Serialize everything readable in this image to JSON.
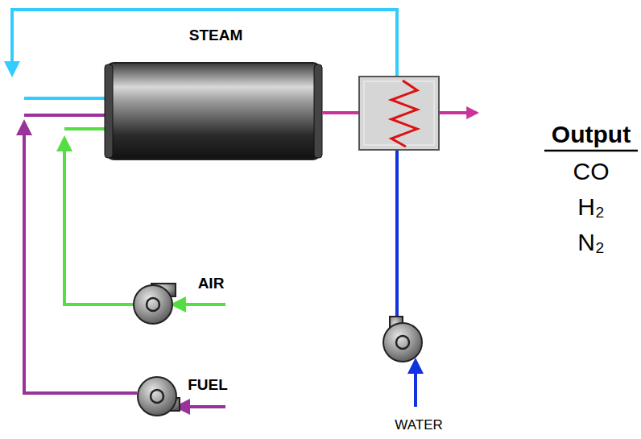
{
  "diagram": {
    "labels": [
      "STEAM",
      "AIR",
      "FUEL",
      "WATER",
      "Output",
      "CO",
      "H₂",
      "N₂"
    ]
  }
}
